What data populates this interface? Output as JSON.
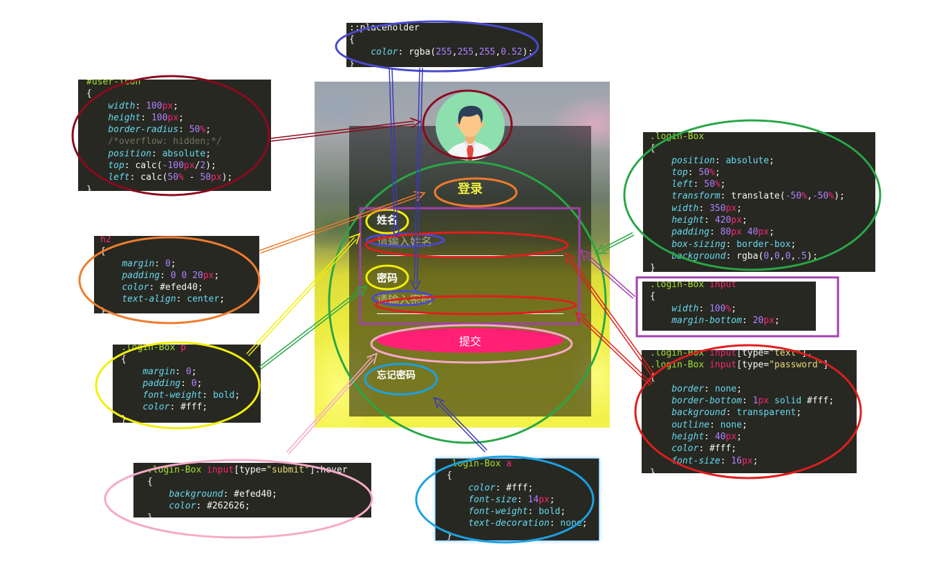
{
  "colors": {
    "title": "#efed40",
    "submit_bg": "#ff1f75",
    "code_bg": "#272822"
  },
  "login": {
    "title": "登录",
    "username_label": "姓名",
    "username_placeholder": "请输入姓名",
    "password_label": "密码",
    "password_placeholder": "请输入密码",
    "submit_label": "提交",
    "forgot_link": "忘记密码"
  },
  "code_blocks": [
    {
      "lines": [
        "::placeholder",
        "{",
        "    color: rgba(255,255,255,0.52);",
        "}"
      ]
    },
    {
      "lines": [
        "#user-icon",
        "{",
        "    width: 100px;",
        "    height: 100px;",
        "    border-radius: 50%;",
        "    /*overflow: hidden;*/",
        "    position: absolute;",
        "    top: calc(-100px/2);",
        "    left: calc(50% - 50px);",
        "}"
      ]
    },
    {
      "lines": [
        "h2",
        "{",
        "    margin: 0;",
        "    padding: 0 0 20px;",
        "    color: #efed40;",
        "    text-align: center;",
        "}"
      ]
    },
    {
      "lines": [
        ".login-Box p",
        "{",
        "    margin: 0;",
        "    padding: 0;",
        "    font-weight: bold;",
        "    color: #fff;",
        "}"
      ]
    },
    {
      "lines": [
        ".login-Box input[type=\"submit\"]:hover",
        "{",
        "    background: #efed40;",
        "    color: #262626;",
        "}"
      ]
    },
    {
      "lines": [
        ".login-Box a",
        "{",
        "    color: #fff;",
        "    font-size: 14px;",
        "    font-weight: bold;",
        "    text-decoration: none;",
        "}"
      ]
    },
    {
      "lines": [
        ".login-Box",
        "{",
        "    position: absolute;",
        "    top: 50%;",
        "    left: 50%;",
        "    transform: translate(-50%,-50%);",
        "    width: 350px;",
        "    height: 420px;",
        "    padding: 80px 40px;",
        "    box-sizing: border-box;",
        "    background: rgba(0,0,0,.5);",
        "}"
      ]
    },
    {
      "lines": [
        ".login-Box input",
        "{",
        "    width: 100%;",
        "    margin-bottom: 20px;"
      ]
    },
    {
      "lines": [
        ".login-Box input[type=\"text\"],",
        ".login-Box input[type=\"password\"]",
        "{",
        "    border: none;",
        "    border-bottom: 1px solid #fff;",
        "    background: transparent;",
        "    outline: none;",
        "    height: 40px;",
        "    color: #fff;",
        "    font-size: 16px;",
        "}"
      ]
    }
  ]
}
